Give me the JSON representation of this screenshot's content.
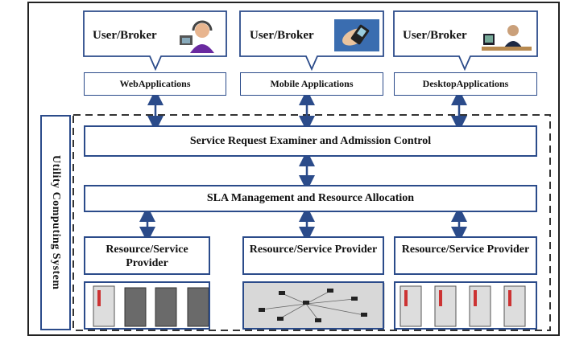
{
  "brokers": [
    {
      "label": "User/Broker",
      "icon": "headset-user-icon"
    },
    {
      "label": "User/Broker",
      "icon": "mobile-phone-icon"
    },
    {
      "label": "User/Broker",
      "icon": "desktop-user-icon"
    }
  ],
  "applications": [
    {
      "label": "WebApplications"
    },
    {
      "label": "Mobile Applications"
    },
    {
      "label": "DesktopApplications"
    }
  ],
  "system_label": "Utility Computing System",
  "admission_bar": "Service Request Examiner and Admission Control",
  "sla_bar": "SLA Management and Resource Allocation",
  "providers": [
    {
      "label": "Resource/Service Provider",
      "icon": "server-racks-icon"
    },
    {
      "label": "Resource/Service Provider",
      "icon": "network-nodes-icon"
    },
    {
      "label": "Resource/Service Provider",
      "icon": "blade-servers-icon"
    }
  ],
  "colors": {
    "box_border": "#2b4b8a",
    "arrow": "#2b4b8a",
    "frame": "#222222"
  }
}
